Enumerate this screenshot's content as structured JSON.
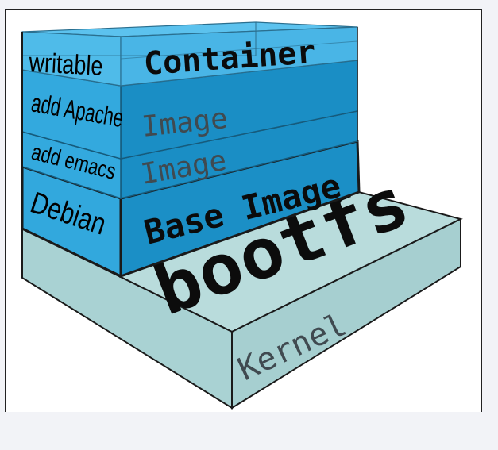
{
  "layers": {
    "container": {
      "side_label": "writable",
      "face_label": "Container"
    },
    "apache": {
      "side_label": "add Apache",
      "face_label": "Image"
    },
    "emacs": {
      "side_label": "add emacs",
      "face_label": "Image"
    },
    "debian": {
      "side_label": "Debian",
      "face_label": "Base Image"
    },
    "kernel": {
      "top_label": "bootfs",
      "face_label": "Kernel"
    }
  },
  "colors": {
    "kernel_top": "#b9dcdc",
    "kernel_front": "#a6cfd0",
    "kernel_side": "#a9d2d3",
    "layer_front": "#1b8fc6",
    "layer_side": "#32a8dd",
    "container_front": "#49b5e6",
    "container_top": "#5cc2ee",
    "outline": "#1a1a1a",
    "face_text_dim": "#404a50"
  }
}
